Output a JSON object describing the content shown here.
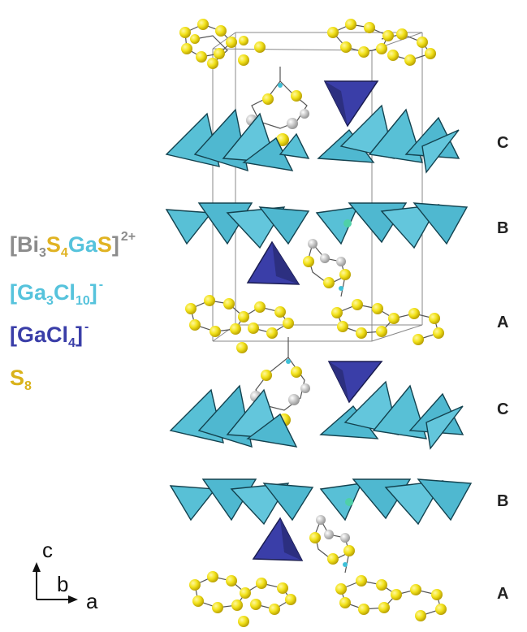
{
  "legend": {
    "bi_complex": {
      "open_bracket": "[",
      "bi": "Bi",
      "bi_sub": "3",
      "s": "S",
      "s_sub": "4",
      "ga": "Ga",
      "s2": "S",
      "close_bracket": "]",
      "charge": "2+"
    },
    "ga3cl10": {
      "open_bracket": "[",
      "ga": "Ga",
      "ga_sub": "3",
      "cl": "Cl",
      "cl_sub": "10",
      "close_bracket": "]",
      "charge": "-"
    },
    "gacl4": {
      "open_bracket": "[",
      "ga": "GaCl",
      "cl_sub": "4",
      "close_bracket": "]",
      "charge": "-"
    },
    "s8": {
      "s": "S",
      "sub": "8"
    }
  },
  "layers": [
    "C",
    "B",
    "A",
    "C",
    "B",
    "A"
  ],
  "axes": {
    "c": "c",
    "b": "b",
    "a": "a"
  },
  "colors": {
    "sulfur": "#f2e21a",
    "cyan_tetrahedra": "#4fb8d0",
    "dark_tetrahedra": "#3a3ea8",
    "bismuth": "#c8c8c8",
    "grey_text": "#8c8c8c"
  }
}
